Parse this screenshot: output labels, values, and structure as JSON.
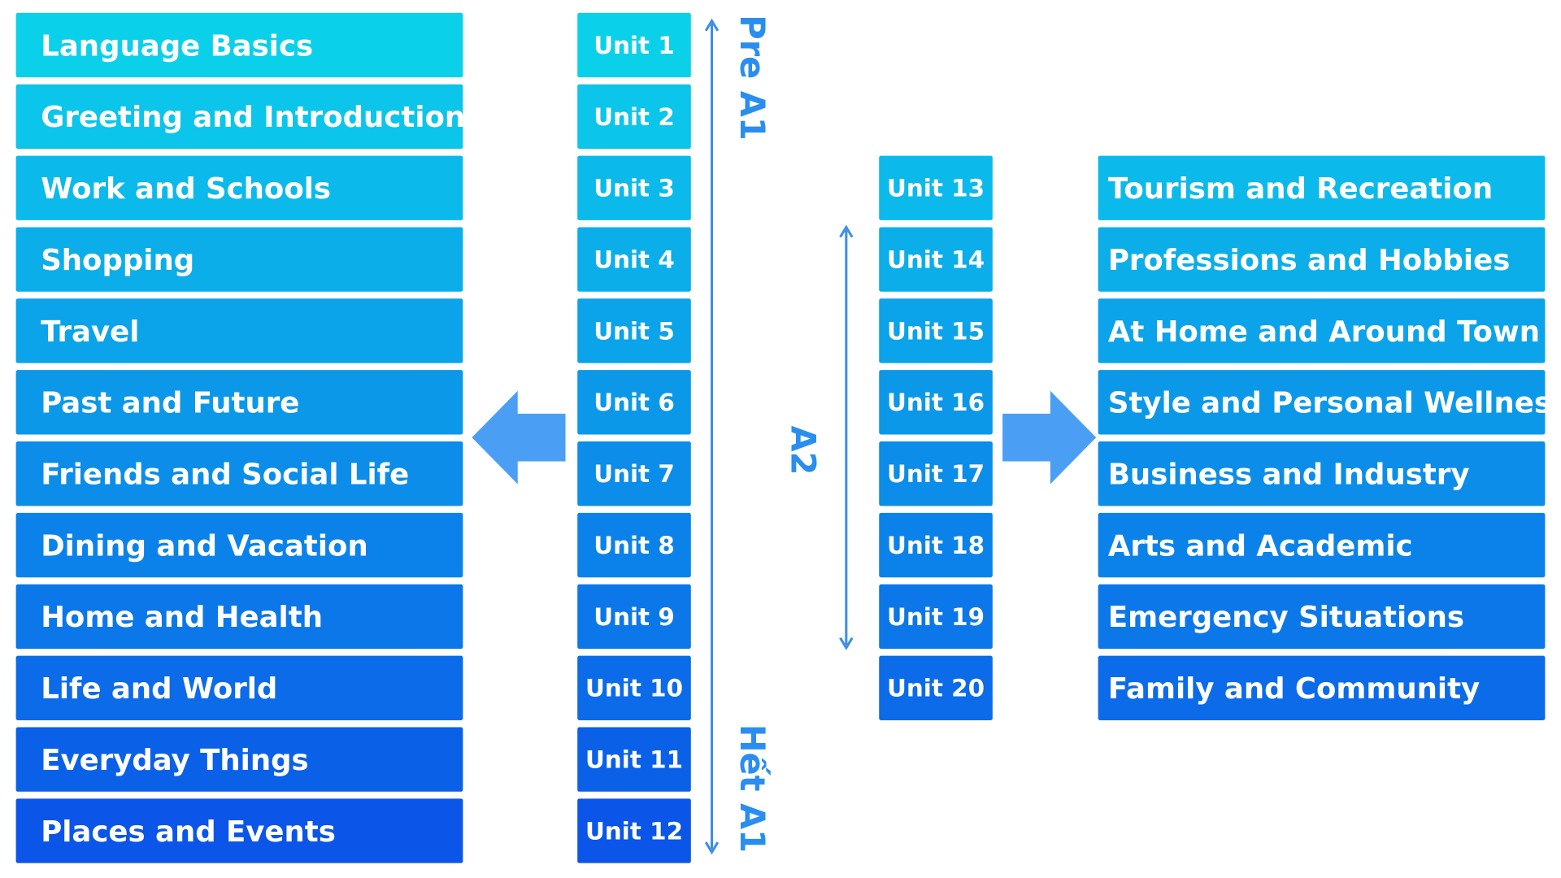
{
  "left_topics": [
    "Language Basics",
    "Greeting and Introductions",
    "Work and Schools",
    "Shopping",
    "Travel",
    "Past and Future",
    "Friends and Social Life",
    "Dining and Vacation",
    "Home and Health",
    "Life and World",
    "Everyday Things",
    "Places and Events"
  ],
  "left_units": [
    "Unit 1",
    "Unit 2",
    "Unit 3",
    "Unit 4",
    "Unit 5",
    "Unit 6",
    "Unit 7",
    "Unit 8",
    "Unit 9",
    "Unit 10",
    "Unit 11",
    "Unit 12"
  ],
  "right_units": [
    "Unit 13",
    "Unit 14",
    "Unit 15",
    "Unit 16",
    "Unit 17",
    "Unit 18",
    "Unit 19",
    "Unit 20"
  ],
  "right_topics": [
    "Tourism and Recreation",
    "Professions and Hobbies",
    "At Home and Around Town",
    "Style and Personal Wellness",
    "Business and Industry",
    "Arts and Academic",
    "Emergency Situations",
    "Family and Community"
  ],
  "levels": {
    "pre_a1": "Pre A1",
    "het_a1": "Hết A1",
    "a2": "A2"
  },
  "colors": {
    "gradient_top": "#0bd0ea",
    "gradient_bottom": "#0b55e8",
    "arrow": "#4a9ff5",
    "level_text": "#2a8df0",
    "level_line": "#3c8fe6"
  }
}
